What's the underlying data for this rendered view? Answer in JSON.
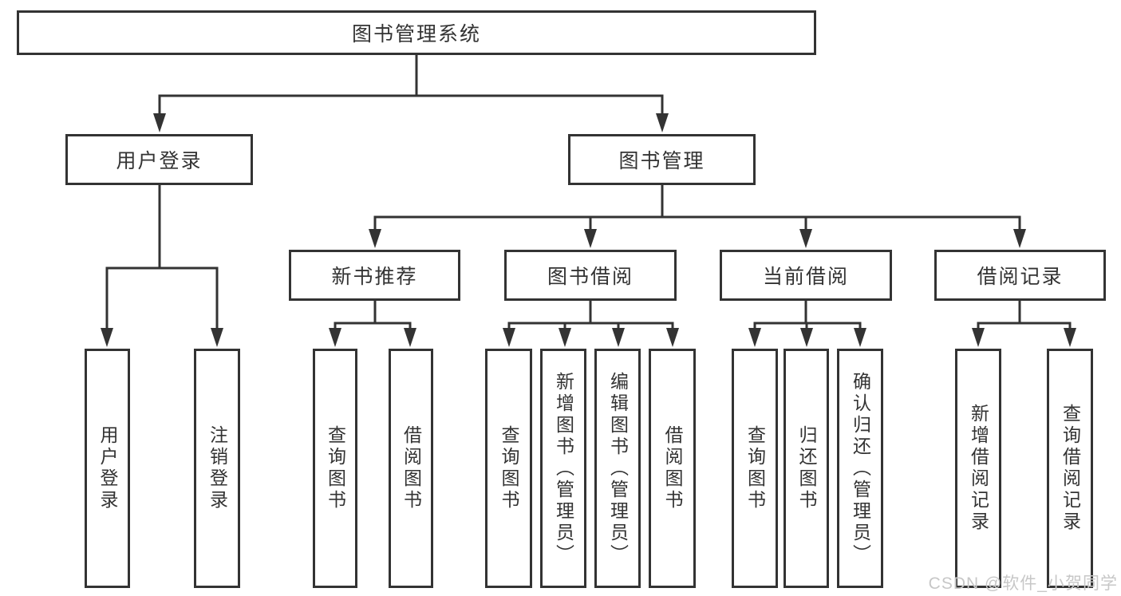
{
  "diagram": {
    "root": {
      "label": "图书管理系统"
    },
    "branches": [
      {
        "label": "用户登录",
        "children": [
          {
            "label": "用户登录"
          },
          {
            "label": "注销登录"
          }
        ]
      },
      {
        "label": "图书管理",
        "groups": [
          {
            "label": "新书推荐",
            "children": [
              {
                "label": "查询图书"
              },
              {
                "label": "借阅图书"
              }
            ]
          },
          {
            "label": "图书借阅",
            "children": [
              {
                "label": "查询图书"
              },
              {
                "label": "新增图书（管理员）"
              },
              {
                "label": "编辑图书（管理员）"
              },
              {
                "label": "借阅图书"
              }
            ]
          },
          {
            "label": "当前借阅",
            "children": [
              {
                "label": "查询图书"
              },
              {
                "label": "归还图书"
              },
              {
                "label": "确认归还（管理员）"
              }
            ]
          },
          {
            "label": "借阅记录",
            "children": [
              {
                "label": "新增借阅记录"
              },
              {
                "label": "查询借阅记录"
              }
            ]
          }
        ]
      }
    ]
  },
  "watermark": {
    "text": "CSDN @软件_小贺同学"
  },
  "colors": {
    "line": "#333333",
    "box_border": "#333333",
    "text": "#333333",
    "watermark": "#c7c7c7",
    "background": "#ffffff"
  }
}
